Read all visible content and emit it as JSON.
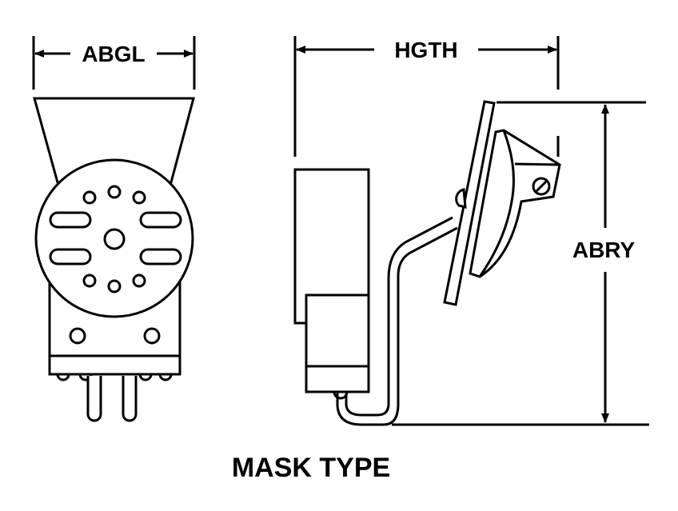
{
  "diagram": {
    "labels": {
      "abgl": "ABGL",
      "hgth": "HGTH",
      "abry": "ABRY"
    },
    "caption": "MASK TYPE",
    "colors": {
      "ink": "#000000",
      "background": "#ffffff"
    }
  }
}
